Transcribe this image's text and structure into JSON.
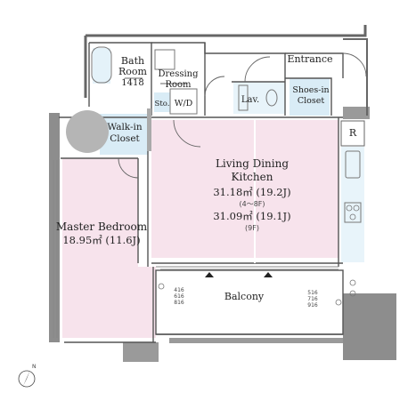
{
  "rooms": {
    "bath": {
      "line1": "Bath",
      "line2": "Room",
      "code": "1418"
    },
    "dressing": {
      "line1": "Dressing",
      "line2": "Room"
    },
    "entrance": {
      "label": "Entrance"
    },
    "shoes_in_closet": {
      "line1": "Shoes-in",
      "line2": "Closet"
    },
    "lav": {
      "label": "Lav."
    },
    "storage": {
      "label": "Sto."
    },
    "wd": {
      "label": "W/D"
    },
    "walk_in_closet": {
      "line1": "Walk-in",
      "line2": "Closet"
    },
    "refrigerator": {
      "label": "R"
    },
    "ldk": {
      "line1": "Living Dining",
      "line2": "Kitchen",
      "area1": "31.18㎡ (19.2J)",
      "floors1": "(4～8F)",
      "area2": "31.09㎡ (19.1J)",
      "floors2": "(9F)"
    },
    "master_bedroom": {
      "line1": "Master Bedroom",
      "area": "18.95㎡ (11.6J)"
    },
    "balcony": {
      "label": "Balcony",
      "units_left": [
        "416",
        "616",
        "816"
      ],
      "units_right": [
        "516",
        "716",
        "916"
      ]
    }
  },
  "compass": {
    "label": "N"
  },
  "colors": {
    "room_fill": "#f7e3ec",
    "water_fill": "#d9ecf6",
    "wall": "#555555",
    "structure": "#8a8a8a"
  }
}
